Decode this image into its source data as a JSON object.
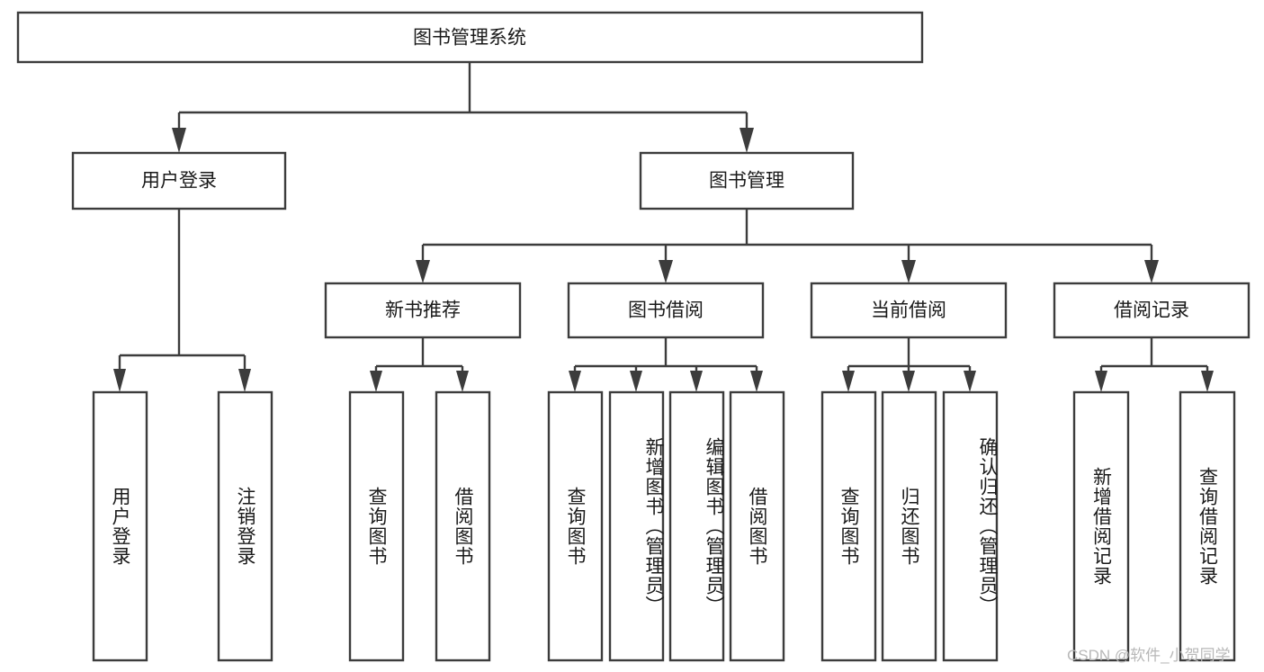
{
  "diagram": {
    "type": "tree",
    "root": {
      "id": "root",
      "label": "图书管理系统"
    },
    "level2": [
      {
        "id": "user-login",
        "label": "用户登录"
      },
      {
        "id": "book-manage",
        "label": "图书管理"
      }
    ],
    "level3": [
      {
        "id": "new-book-recommend",
        "label": "新书推荐",
        "parent": "book-manage"
      },
      {
        "id": "book-borrow",
        "label": "图书借阅",
        "parent": "book-manage"
      },
      {
        "id": "current-borrow",
        "label": "当前借阅",
        "parent": "book-manage"
      },
      {
        "id": "borrow-record",
        "label": "借阅记录",
        "parent": "book-manage"
      }
    ],
    "leaves": [
      {
        "id": "leaf-user-login",
        "label": "用户登录",
        "parent": "user-login"
      },
      {
        "id": "leaf-user-logout",
        "label": "注销登录",
        "parent": "user-login"
      },
      {
        "id": "leaf-query-book-1",
        "label": "查询图书",
        "parent": "new-book-recommend"
      },
      {
        "id": "leaf-borrow-book-1",
        "label": "借阅图书",
        "parent": "new-book-recommend"
      },
      {
        "id": "leaf-query-book-2",
        "label": "查询图书",
        "parent": "book-borrow"
      },
      {
        "id": "leaf-add-book",
        "label": "新增图书（管理员）",
        "parent": "book-borrow"
      },
      {
        "id": "leaf-edit-book",
        "label": "编辑图书（管理员）",
        "parent": "book-borrow"
      },
      {
        "id": "leaf-borrow-book-2",
        "label": "借阅图书",
        "parent": "book-borrow"
      },
      {
        "id": "leaf-query-book-3",
        "label": "查询图书",
        "parent": "current-borrow"
      },
      {
        "id": "leaf-return-book",
        "label": "归还图书",
        "parent": "current-borrow"
      },
      {
        "id": "leaf-confirm-return",
        "label": "确认归还（管理员）",
        "parent": "current-borrow"
      },
      {
        "id": "leaf-add-record",
        "label": "新增借阅记录",
        "parent": "borrow-record"
      },
      {
        "id": "leaf-query-record",
        "label": "查询借阅记录",
        "parent": "borrow-record"
      }
    ]
  },
  "watermark": {
    "text": "CSDN @软件_小贺同学"
  },
  "colors": {
    "stroke": "#3c3c3c",
    "box_fill": "#ffffff",
    "text": "#1a1a1a",
    "watermark": "#b8b8b8",
    "background": "#ffffff"
  }
}
